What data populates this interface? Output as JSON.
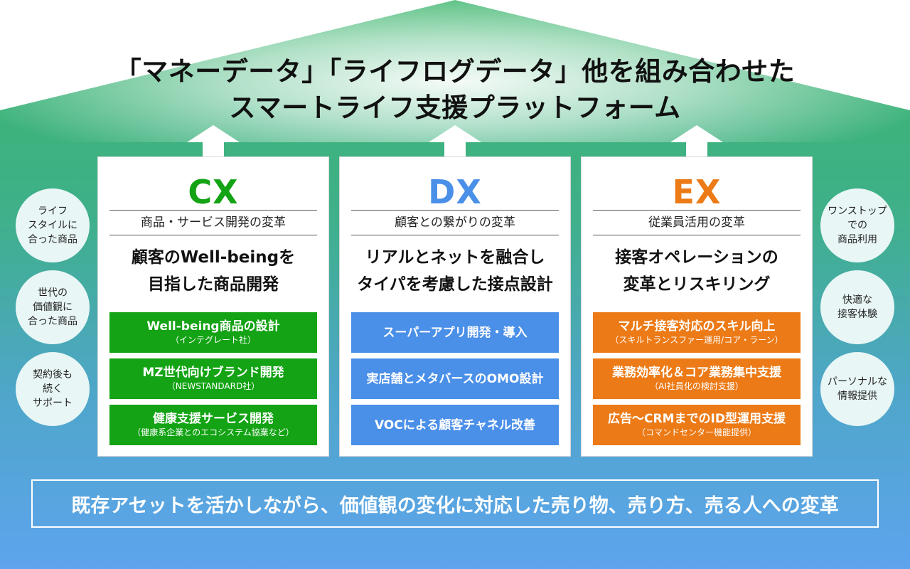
{
  "headline": {
    "line1": "「マネーデータ」「ライフログデータ」他を組み合わせた",
    "line2": "スマートライフ支援プラットフォーム"
  },
  "colors": {
    "cx": "#13a314",
    "dx": "#4a8fe8",
    "ex": "#ec7a16"
  },
  "panels": [
    {
      "label": "CX",
      "subtitle": "商品・サービス開発の変革",
      "main_line1": "顧客のWell-beingを",
      "main_line2": "目指した商品開発",
      "items": [
        {
          "title": "Well-being商品の設計",
          "note": "（インテグレート社）"
        },
        {
          "title": "MZ世代向けブランド開発",
          "note": "（NEWSTANDARD社）"
        },
        {
          "title": "健康支援サービス開発",
          "note": "（健康系企業とのエコシステム協業など）"
        }
      ]
    },
    {
      "label": "DX",
      "subtitle": "顧客との繋がりの変革",
      "main_line1": "リアルとネットを融合し",
      "main_line2": "タイパを考慮した接点設計",
      "items": [
        {
          "title": "スーパーアプリ開発・導入",
          "note": ""
        },
        {
          "title": "実店舗とメタバースのOMO設計",
          "note": ""
        },
        {
          "title": "VOCによる顧客チャネル改善",
          "note": ""
        }
      ]
    },
    {
      "label": "EX",
      "subtitle": "従業員活用の変革",
      "main_line1": "接客オペレーションの",
      "main_line2": "変革とリスキリング",
      "items": [
        {
          "title": "マルチ接客対応のスキル向上",
          "note": "（スキルトランスファー運用/コア・ラーン）"
        },
        {
          "title": "業務効率化＆コア業務集中支援",
          "note": "（AI社員化の検討支援）"
        },
        {
          "title": "広告〜CRMまでのID型運用支援",
          "note": "（コマンドセンター機能提供）"
        }
      ]
    }
  ],
  "left_circles": [
    "ライフ\nスタイルに\n合った商品",
    "世代の\n価値観に\n合った商品",
    "契約後も\n続く\nサポート"
  ],
  "right_circles": [
    "ワンストップ\nでの\n商品利用",
    "快適な\n接客体験",
    "パーソナルな\n情報提供"
  ],
  "bottom_banner": "既存アセットを活かしながら、価値観の変化に対応した売り物、売り方、売る人への変革"
}
